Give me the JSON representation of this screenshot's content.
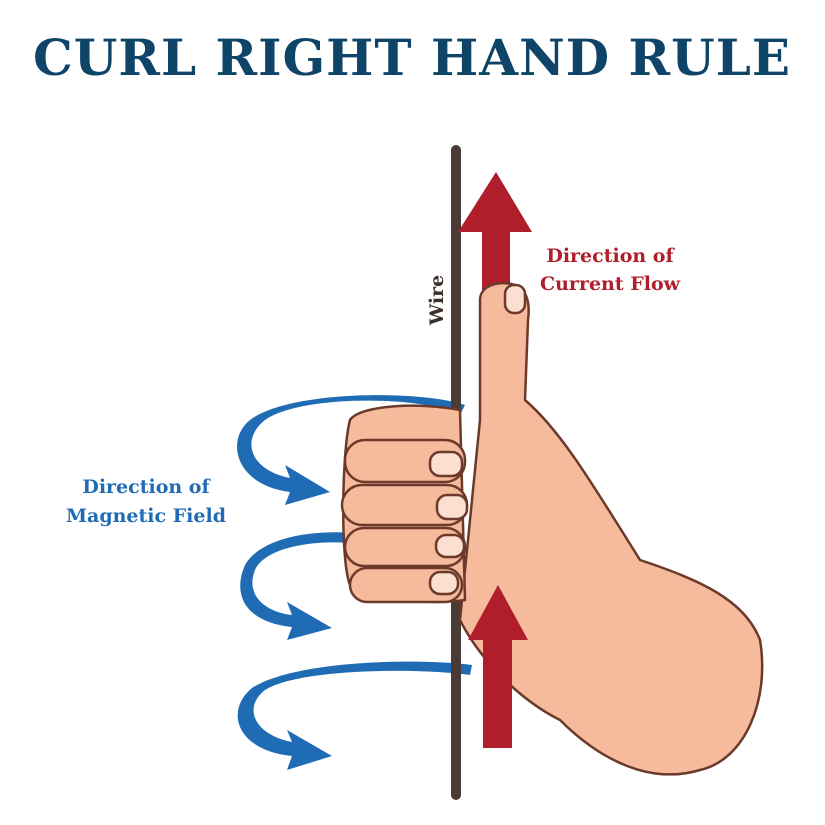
{
  "title": "CURL RIGHT HAND RULE",
  "labels": {
    "wire": "Wire",
    "current_line1": "Direction of",
    "current_line2": "Current Flow",
    "field_line1": "Direction of",
    "field_line2": "Magnetic Field"
  },
  "colors": {
    "title": "#0f4469",
    "current": "#b01e2b",
    "field": "#1f6cb5",
    "wire": "#4a3b36",
    "skin": "#f6bb9c"
  }
}
